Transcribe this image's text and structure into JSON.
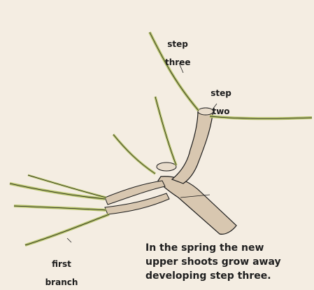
{
  "labels": {
    "step_three": [
      "step",
      "three"
    ],
    "step_two": [
      "step",
      "two"
    ],
    "first_branch": [
      "first",
      "branch"
    ]
  },
  "caption": [
    "In the spring the new",
    "upper shoots grow away",
    "developing step three."
  ],
  "colors": {
    "background": "#f4ede2",
    "wood": "#d8c7b0",
    "wood_shade": "#bfa98e",
    "shoot": "#b7c46a",
    "outline": "#1c1c1c"
  }
}
